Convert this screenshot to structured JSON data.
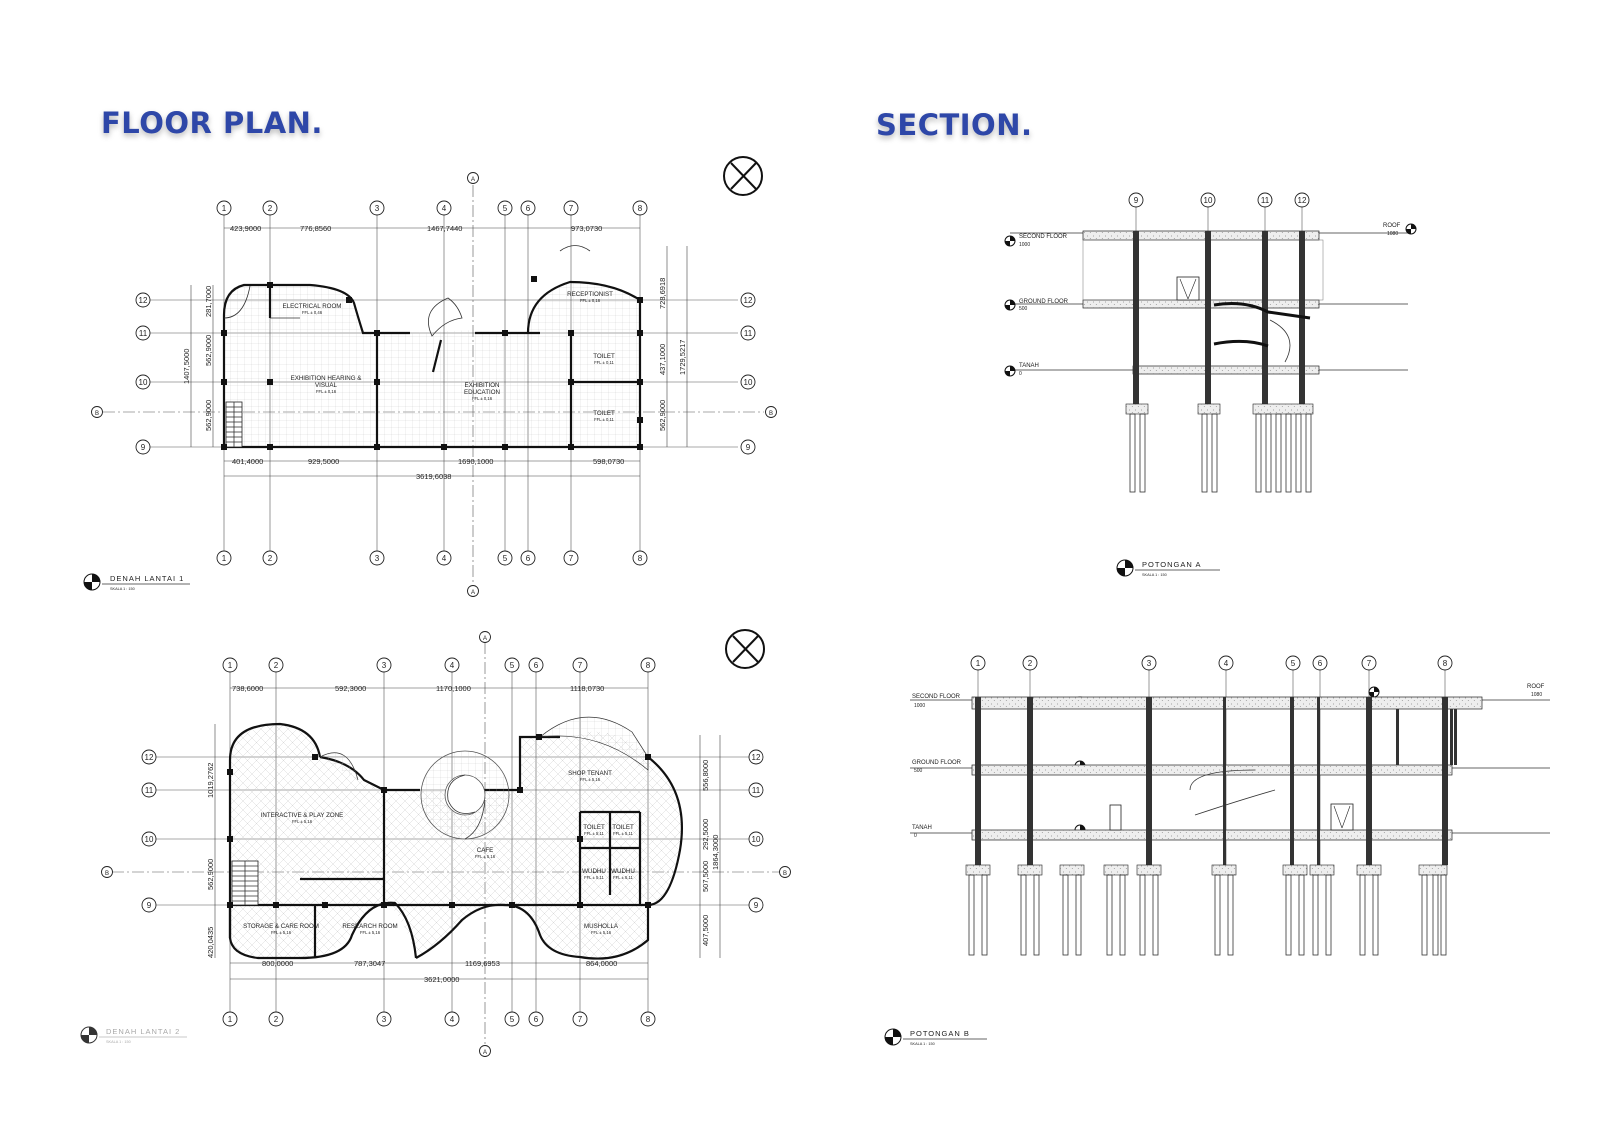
{
  "headings": {
    "floor_plan": "FLOOR PLAN.",
    "section": "SECTION."
  },
  "plan1": {
    "grid_cols": [
      "1",
      "2",
      "3",
      "4",
      "5",
      "6",
      "7",
      "8"
    ],
    "grid_rows": [
      "12",
      "11",
      "10",
      "9"
    ],
    "axis_a": "A",
    "axis_b": "B",
    "dims_top": [
      "423,9000",
      "776,8560",
      "1467,7440",
      "973,0730"
    ],
    "dims_bottom": [
      "401,4000",
      "929,5000",
      "1690,1000",
      "598,0730"
    ],
    "dim_total": "3619,6038",
    "dims_left": [
      "281,7000",
      "562,9000",
      "1407,5000",
      "562,9000"
    ],
    "dims_right": [
      "728,6918",
      "437,1000",
      "1729,5217",
      "562,9000"
    ],
    "rooms": [
      {
        "name": "ELECTRICAL ROOM",
        "ffl": "FFL ± 0,46"
      },
      {
        "name": "RECEPTIONIST",
        "ffl": "FFL ± 0,16"
      },
      {
        "name": "EXHIBITION HEARING &",
        "name2": "VISUAL",
        "ffl": "FFL ± 0,16"
      },
      {
        "name": "EXHIBITION",
        "name2": "EDUCATION",
        "ffl": "FFL ± 0,16"
      },
      {
        "name": "TOILET",
        "ffl": "FFL ± 0,11"
      },
      {
        "name": "TOILET",
        "ffl": "FFL ± 0,11"
      }
    ],
    "title": "DENAH LANTAI 1",
    "scale": "SKALA 1 : 150"
  },
  "plan2": {
    "grid_cols": [
      "1",
      "2",
      "3",
      "4",
      "5",
      "6",
      "7",
      "8"
    ],
    "grid_rows": [
      "12",
      "11",
      "10",
      "9"
    ],
    "axis_a": "A",
    "axis_b": "B",
    "dims_top": [
      "738,6000",
      "592,3000",
      "1170,1000",
      "1118,0730"
    ],
    "dims_bottom": [
      "800,0000",
      "787,3047",
      "1169,6953",
      "864,0000"
    ],
    "dim_total": "3621,0000",
    "dims_left": [
      "1019,2762",
      "562,9000",
      "420,0435"
    ],
    "dims_right": [
      "556,8000",
      "292,5000",
      "1864,3000",
      "507,5000",
      "407,5000"
    ],
    "rooms": [
      {
        "name": "INTERACTIVE & PLAY ZONE",
        "ffl": "FFL ± 5,16"
      },
      {
        "name": "SHOP TENANT",
        "ffl": "FFL ± 5,16"
      },
      {
        "name": "CAFE",
        "ffl": "FFL ± 5,16"
      },
      {
        "name": "TOILET",
        "ffl": "FFL ± 5,11"
      },
      {
        "name": "TOILET",
        "ffl": "FFL ± 5,11"
      },
      {
        "name": "WUDHU",
        "ffl": "FFL ± 5,11"
      },
      {
        "name": "WUDHU",
        "ffl": "FFL ± 5,11"
      },
      {
        "name": "STORAGE & CARE ROOM",
        "ffl": "FFL ± 5,16"
      },
      {
        "name": "RESEARCH ROOM",
        "ffl": "FFL ± 5,16"
      },
      {
        "name": "MUSHOLLA",
        "ffl": "FFL ± 5,16"
      }
    ],
    "title": "DENAH LANTAI 2",
    "scale": "SKALA 1 : 150"
  },
  "section_a": {
    "grid": [
      "9",
      "10",
      "11",
      "12"
    ],
    "levels": [
      {
        "name": "SECOND FLOOR",
        "value": "1000"
      },
      {
        "name": "GROUND FLOOR",
        "value": "500"
      },
      {
        "name": "TANAH",
        "value": "0"
      }
    ],
    "roof": {
      "name": "ROOF",
      "value": "1080"
    },
    "title": "POTONGAN A",
    "scale": "SKALA 1 : 150"
  },
  "section_b": {
    "grid": [
      "1",
      "2",
      "3",
      "4",
      "5",
      "6",
      "7",
      "8"
    ],
    "levels": [
      {
        "name": "SECOND FLOOR",
        "value": "1000"
      },
      {
        "name": "GROUND FLOOR",
        "value": "500"
      },
      {
        "name": "TANAH",
        "value": "0"
      }
    ],
    "roof": {
      "name": "ROOF",
      "value": "1080"
    },
    "title": "POTONGAN B",
    "scale": "SKALA 1 : 150"
  }
}
